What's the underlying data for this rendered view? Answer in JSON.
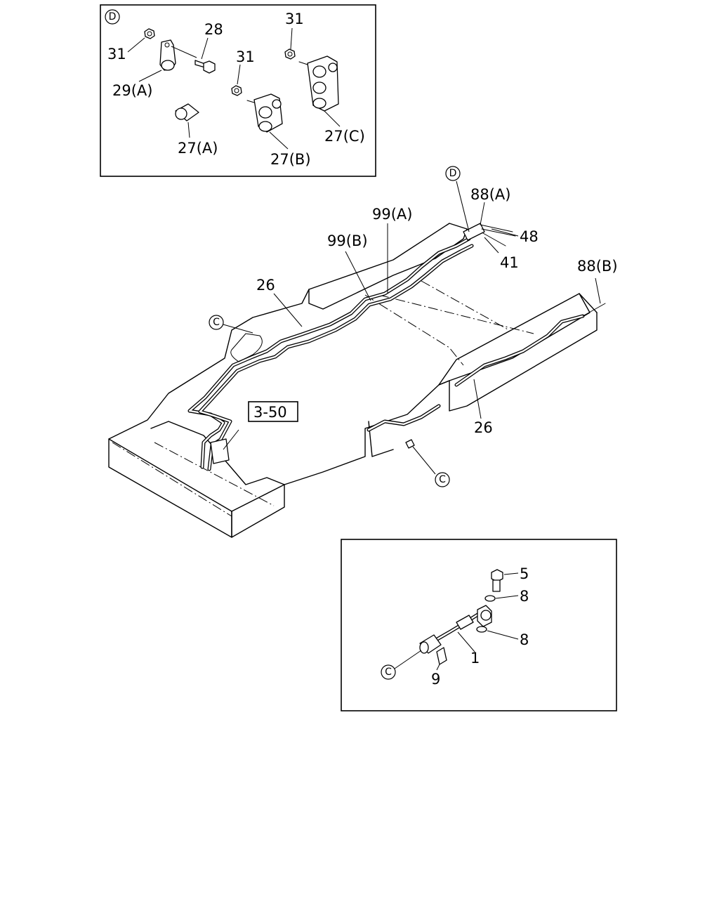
{
  "detail_d": {
    "tag": "D",
    "labels": {
      "l31a": "31",
      "l28": "28",
      "l29a": "29(A)",
      "l31b": "31",
      "l31c": "31",
      "l27a": "27(A)",
      "l27b": "27(B)",
      "l27c": "27(C)"
    }
  },
  "main": {
    "labels": {
      "l88a": "88(A)",
      "l48": "48",
      "l41": "41",
      "l99a": "99(A)",
      "l99b": "99(B)",
      "l26a": "26",
      "l26b": "26",
      "l88b": "88(B)",
      "ref": "3-50"
    },
    "markers": {
      "d": "D",
      "c1": "C",
      "c2": "C"
    }
  },
  "detail_c": {
    "tag": "C",
    "labels": {
      "l5": "5",
      "l8a": "8",
      "l8b": "8",
      "l1": "1",
      "l9": "9"
    }
  }
}
